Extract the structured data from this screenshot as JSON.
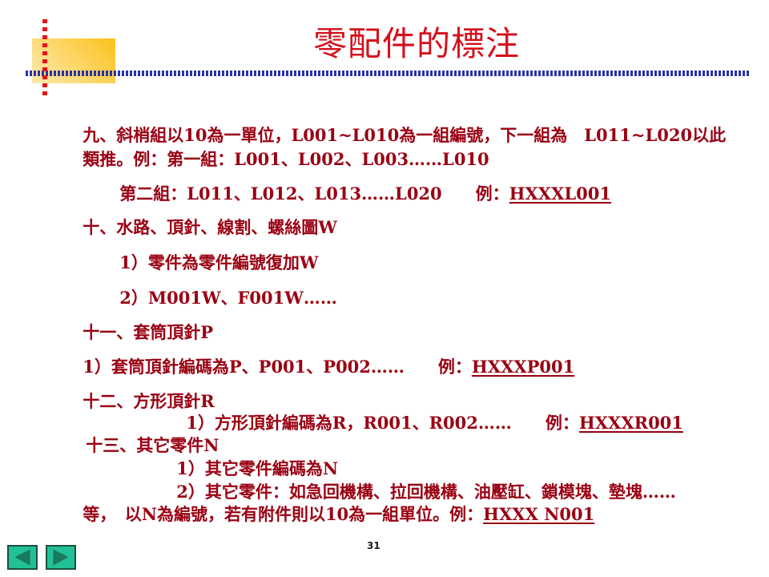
{
  "slide": {
    "title": "零配件的標注",
    "page_number": "31",
    "colors": {
      "title": "#d4101c",
      "body_text": "#990012",
      "accent_box": "#fbc21a",
      "red_dots": "#e8121a",
      "blue_dots": "#2b33a6",
      "nav_button": "#22c096"
    },
    "lines": [
      {
        "text": "九、斜梢組以10為一單位，L001~L010為一組編號，下一組為　L011~L020以此",
        "example": ""
      },
      {
        "text": "類推。例：第一組：L001、L002、L003……L010",
        "example": ""
      },
      {
        "text": "第二組：L011、L012、L013……L020　　例：",
        "example": "HXXXL001"
      },
      {
        "text": "十、水路、頂針、線割、螺絲圖W",
        "example": ""
      },
      {
        "text": "1）零件為零件編號復加W",
        "example": ""
      },
      {
        "text": "2）M001W、F001W……",
        "example": ""
      },
      {
        "text": "十一、套筒頂針P",
        "example": ""
      },
      {
        "text": "1）套筒頂針編碼為P、P001、P002……　　例：",
        "example": "HXXXP001"
      },
      {
        "text": "十二、方形頂針R",
        "example": ""
      },
      {
        "text": "1）方形頂針編碼為R，R001、R002……　　例：",
        "example": "HXXXR001"
      },
      {
        "text": "十三、其它零件N",
        "example": ""
      },
      {
        "text": "1）其它零件編碼為N",
        "example": ""
      },
      {
        "text": "2）其它零件：如急回機構、拉回機構、油壓缸、鎖模塊、墊塊……",
        "example": ""
      },
      {
        "text": "等，　以N為編號，若有附件則以10為一組單位。例：",
        "example": "HXXX N001"
      }
    ]
  },
  "navigation": {
    "prev_icon": "triangle-left-icon",
    "next_icon": "triangle-right-icon"
  }
}
